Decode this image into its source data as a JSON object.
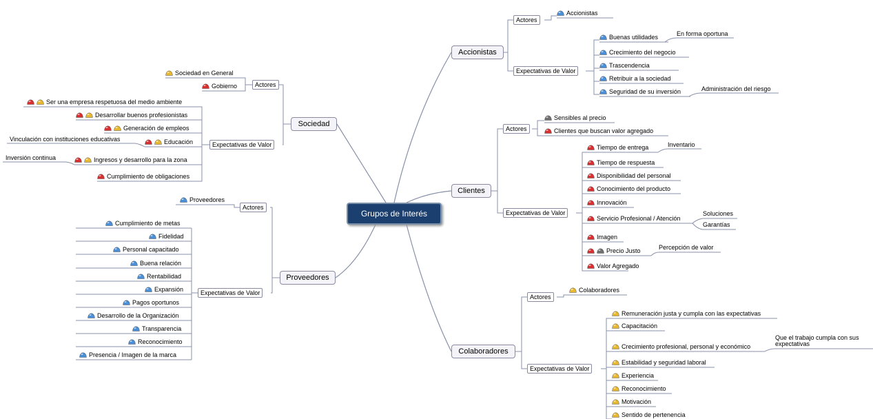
{
  "root": {
    "label": "Grupos de Interés"
  },
  "topics": {
    "accionistas": {
      "label": "Accionistas",
      "actores_label": "Actores",
      "expectativas_label": "Expectativas de Valor",
      "actores": [
        "Accionistas"
      ],
      "expectativas": [
        "Buenas utilidades",
        "Crecimiento del negocio",
        "Trascendencia",
        "Retribuir a la sociedad",
        "Seguridad de su inversión"
      ],
      "sub_buenas": "En forma oportuna",
      "sub_seguridad": "Administración del riesgo"
    },
    "clientes": {
      "label": "Clientes",
      "actores_label": "Actores",
      "expectativas_label": "Expectativas de Valor",
      "actores": [
        "Sensibles al precio",
        "Clientes que buscan valor agregado"
      ],
      "expectativas": [
        "Tiempo de entrega",
        "Tiempo de respuesta",
        "Disponibilidad del personal",
        "Conocimiento del producto",
        "Innovación",
        "Servicio Profesional / Atención",
        "Imagen",
        "Precio Justo",
        "Valor Agregado"
      ],
      "sub_tiempo": "Inventario",
      "sub_servicio": [
        "Soluciones",
        "Garantías"
      ],
      "sub_precio": "Percepción de valor"
    },
    "colaboradores": {
      "label": "Colaboradores",
      "actores_label": "Actores",
      "expectativas_label": "Expectativas de Valor",
      "actores": [
        "Colaboradores"
      ],
      "expectativas": [
        "Remuneración justa y cumpla con las expectativas",
        "Capacitación",
        "Crecimiento profesional, personal y económico",
        "Estabilidad y seguridad laboral",
        "Experiencia",
        "Reconocimiento",
        "Motivación",
        "Sentido de pertenencia"
      ],
      "sub_crecimiento": "Que el trabajo cumpla con sus expectativas"
    },
    "sociedad": {
      "label": "Sociedad",
      "actores_label": "Actores",
      "expectativas_label": "Expectativas de Valor",
      "actores": [
        "Sociedad en General",
        "Gobierno"
      ],
      "expectativas": [
        "Ser una empresa respetuosa del medio ambiente",
        "Desarrollar buenos profesionistas",
        "Generación de empleos",
        "Educación",
        "Ingresos y desarrollo para la zona",
        "Cumplimiento de obligaciones"
      ],
      "sub_educacion": "Vinculación con instituciones educativas",
      "sub_ingresos": "Inversión continua"
    },
    "proveedores": {
      "label": "Proveedores",
      "actores_label": "Actores",
      "expectativas_label": "Expectativas de Valor",
      "actores": [
        "Proveedores"
      ],
      "expectativas": [
        "Cumplimiento de metas",
        "Fidelidad",
        "Personal capacitado",
        "Buena relación",
        "Rentabilidad",
        "Expansión",
        "Pagos oportunos",
        "Desarrollo de la Organización",
        "Transparencia",
        "Reconocimiento",
        "Presencia / Imagen de la marca"
      ]
    }
  },
  "colors": {
    "blue_icon": "#4a8fd8",
    "red_icon": "#d83030",
    "yellow_icon": "#e8b830",
    "gray_icon": "#707070",
    "root_bg": "#1b3f6e",
    "line": "#8890a8"
  }
}
